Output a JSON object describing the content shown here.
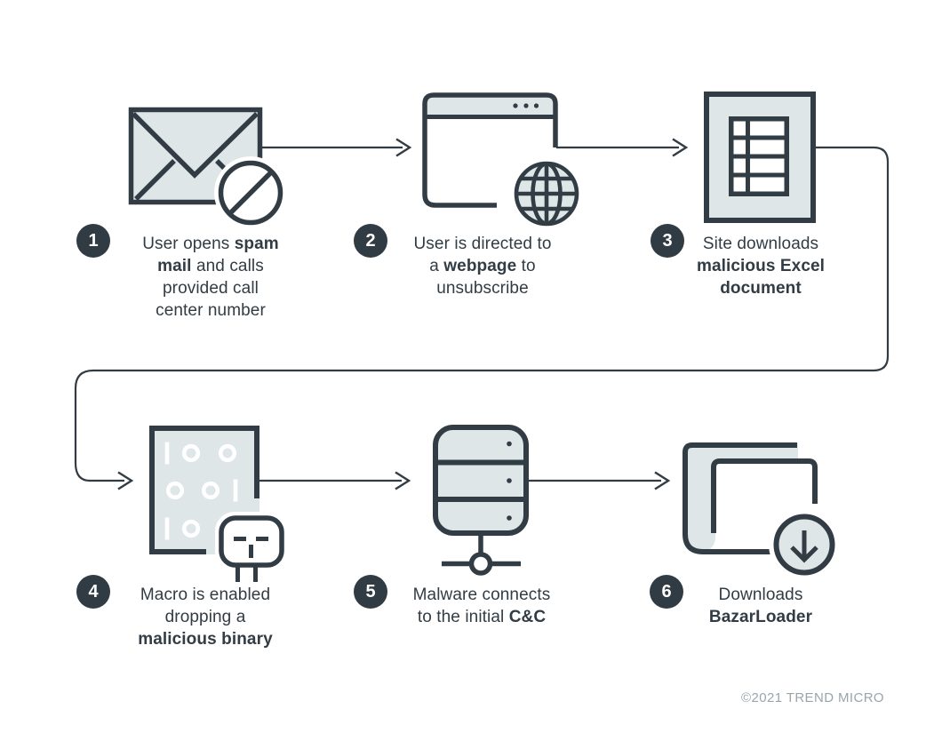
{
  "diagram": {
    "steps": [
      {
        "number": "1",
        "icon": "spam-mail-blocked-icon",
        "caption": [
          [
            {
              "t": "User opens "
            },
            {
              "t": "spam",
              "b": true
            }
          ],
          [
            {
              "t": "mail",
              "b": true
            },
            {
              "t": " and calls"
            }
          ],
          [
            {
              "t": "provided call"
            }
          ],
          [
            {
              "t": "center number"
            }
          ]
        ]
      },
      {
        "number": "2",
        "icon": "webpage-globe-icon",
        "caption": [
          [
            {
              "t": "User is directed to"
            }
          ],
          [
            {
              "t": "a "
            },
            {
              "t": "webpage",
              "b": true
            },
            {
              "t": " to"
            }
          ],
          [
            {
              "t": "unsubscribe"
            }
          ]
        ]
      },
      {
        "number": "3",
        "icon": "excel-document-icon",
        "caption": [
          [
            {
              "t": "Site downloads"
            }
          ],
          [
            {
              "t": "malicious Excel",
              "b": true
            }
          ],
          [
            {
              "t": "document",
              "b": true
            }
          ]
        ]
      },
      {
        "number": "4",
        "icon": "binary-document-skull-icon",
        "caption": [
          [
            {
              "t": "Macro is enabled"
            }
          ],
          [
            {
              "t": "dropping a"
            }
          ],
          [
            {
              "t": "malicious binary",
              "b": true
            }
          ]
        ]
      },
      {
        "number": "5",
        "icon": "cc-server-icon",
        "caption": [
          [
            {
              "t": "Malware connects"
            }
          ],
          [
            {
              "t": "to the initial "
            },
            {
              "t": "C&C",
              "b": true
            }
          ]
        ]
      },
      {
        "number": "6",
        "icon": "download-document-icon",
        "caption": [
          [
            {
              "t": "Downloads"
            }
          ],
          [
            {
              "t": "BazarLoader",
              "b": true
            }
          ]
        ]
      }
    ],
    "footer": {
      "copyright": "©2021 TREND MICRO"
    },
    "colors": {
      "dark": "#323c44",
      "light_fill": "#dfe6e8",
      "muted_text": "#99a5ab",
      "background": "#ffffff"
    }
  }
}
